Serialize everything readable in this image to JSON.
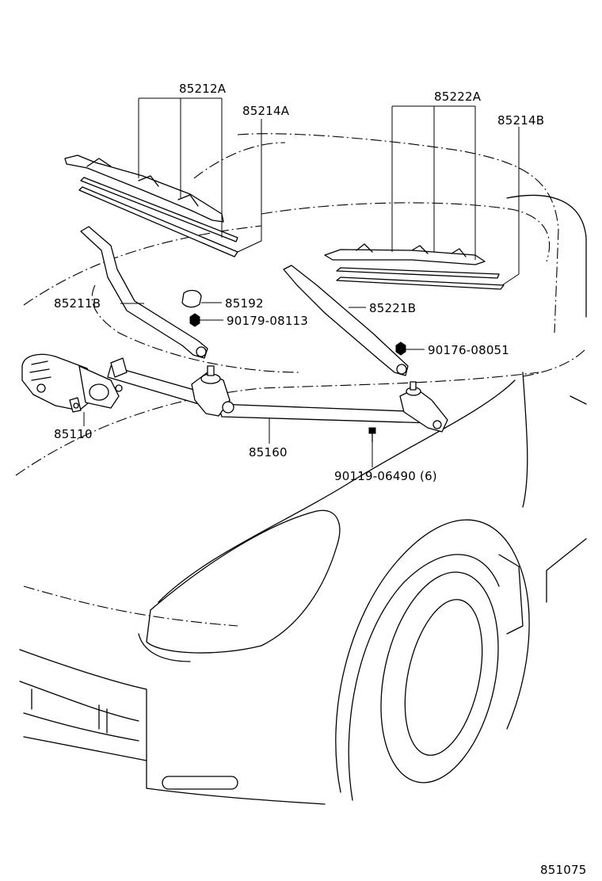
{
  "diagram": {
    "part_labels": {
      "blade_front": "85212A",
      "rubber_front": "85214A",
      "blade_rear": "85222A",
      "rubber_rear": "85214B",
      "arm_left": "85211B",
      "cap": "85192",
      "nut_left": "90179-08113",
      "arm_right": "85221B",
      "nut_right": "90176-08051",
      "motor": "85110",
      "link": "85160",
      "bolt": "90119-06490 (6)"
    },
    "figure_number": "851075"
  }
}
